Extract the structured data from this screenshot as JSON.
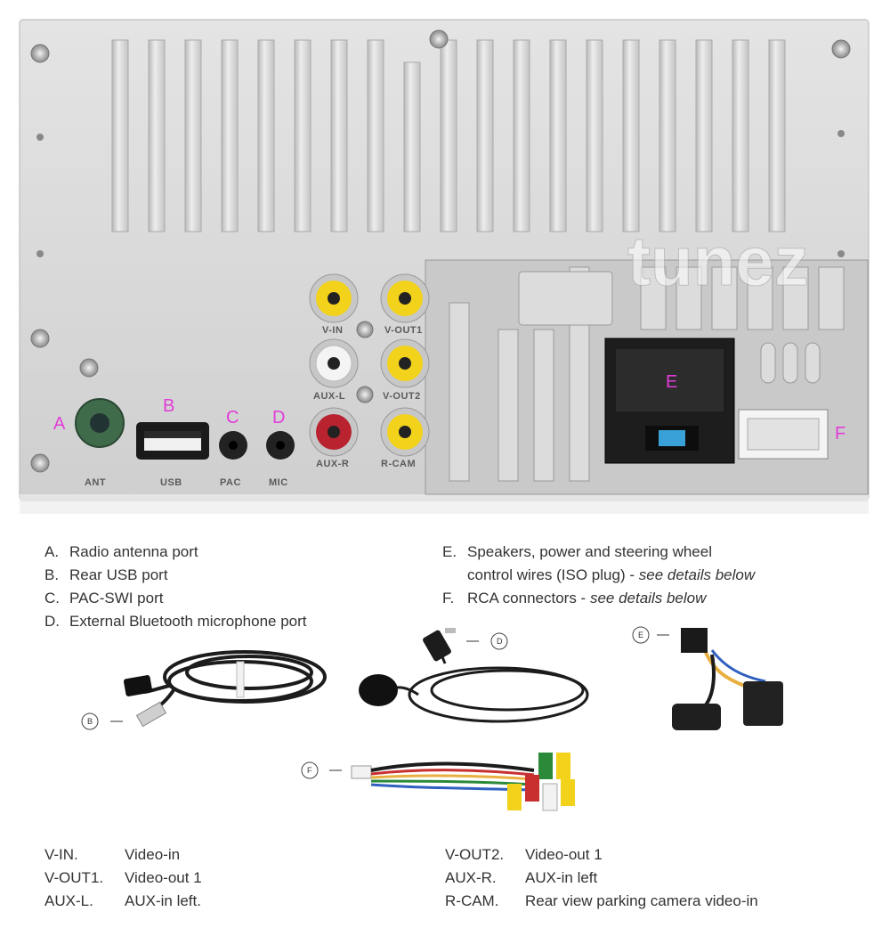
{
  "watermark": "tunez",
  "port_labels": {
    "ant": "ANT",
    "usb": "USB",
    "pac": "PAC",
    "mic": "MIC",
    "v_in": "V-IN",
    "v_out1": "V-OUT1",
    "aux_l": "AUX-L",
    "v_out2": "V-OUT2",
    "aux_r": "AUX-R",
    "r_cam": "R-CAM"
  },
  "panel_letters": {
    "a": "A",
    "b": "B",
    "c": "C",
    "d": "D",
    "e": "E",
    "f": "F"
  },
  "legend_left": [
    {
      "key": "A.",
      "text": "Radio antenna port"
    },
    {
      "key": "B.",
      "text": "Rear USB port"
    },
    {
      "key": "C.",
      "text": "PAC-SWI port"
    },
    {
      "key": "D.",
      "text": "External Bluetooth microphone port"
    }
  ],
  "legend_right": {
    "e_key": "E.",
    "e_line1": "Speakers, power and steering wheel",
    "e_line2": "control wires (ISO plug) - ",
    "e_italic": "see details below",
    "f_key": "F.",
    "f_text": "RCA connectors - ",
    "f_italic": "see details below"
  },
  "callouts": {
    "b": "B",
    "d": "D",
    "e": "E",
    "f": "F"
  },
  "definitions_left": [
    {
      "key": "V-IN.",
      "text": "Video-in"
    },
    {
      "key": "V-OUT1.",
      "text": "Video-out 1"
    },
    {
      "key": "AUX-L.",
      "text": "AUX-in left."
    }
  ],
  "definitions_right": [
    {
      "key": "V-OUT2.",
      "text": "Video-out 1"
    },
    {
      "key": "AUX-R.",
      "text": "AUX-in left"
    },
    {
      "key": "R-CAM.",
      "text": "Rear view parking camera video-in"
    }
  ],
  "colors": {
    "panel": "#d9d9d9",
    "rca_yellow": "#f2d21b",
    "rca_white": "#f4f4f4",
    "rca_red": "#b8232f",
    "antenna_green": "#3f6b4a",
    "letter_magenta": "#e23bd8"
  }
}
